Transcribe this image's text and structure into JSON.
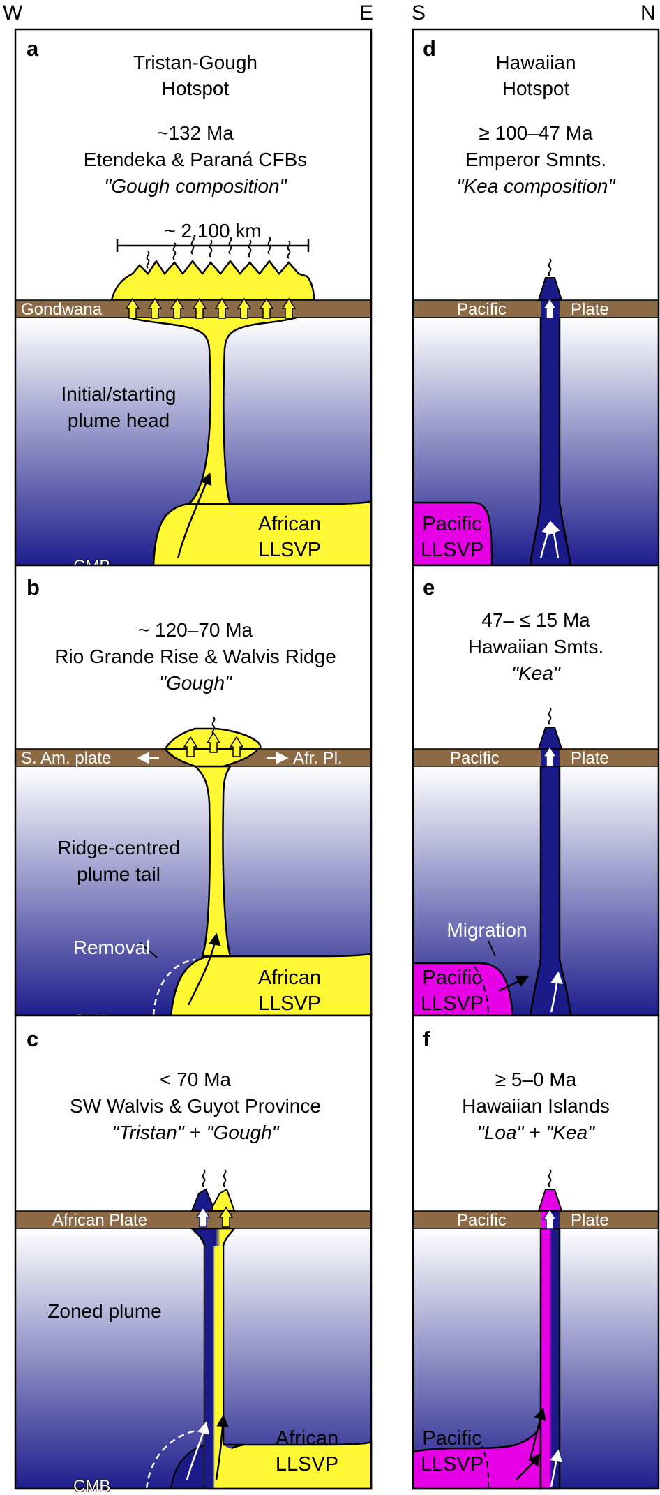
{
  "directions": {
    "west": "W",
    "east": "E",
    "south": "S",
    "north": "N"
  },
  "colors": {
    "plume_yellow": "#fff833",
    "plume_blue": "#1a1a88",
    "pacific_magenta": "#e600e6",
    "plate_brown": "#8b6a45",
    "mantle_top": "#ffffff",
    "mantle_bottom": "#1e1e8c"
  },
  "panels": {
    "a": {
      "letter": "a",
      "title1": "Tristan-Gough",
      "title2": "Hotspot",
      "age": "~132 Ma",
      "province": "Etendeka & Paraná CFBs",
      "composition": "\"Gough composition\"",
      "scale": "~ 2,100 km",
      "plate": "Gondwana",
      "body1": "Initial/starting",
      "body2": "plume head",
      "llsvp1": "African",
      "llsvp2": "LLSVP",
      "cmb": "CMB"
    },
    "b": {
      "letter": "b",
      "age": "~ 120–70 Ma",
      "province": "Rio Grande Rise & Walvis Ridge",
      "composition": "\"Gough\"",
      "plate_left": "S. Am. plate",
      "plate_right": "Afr. Pl.",
      "body1": "Ridge-centred",
      "body2": "plume tail",
      "removal": "Removal",
      "llsvp1": "African",
      "llsvp2": "LLSVP",
      "cmb": "CMB"
    },
    "c": {
      "letter": "c",
      "age": "< 70 Ma",
      "province": "SW Walvis & Guyot Province",
      "composition": "\"Tristan\" + \"Gough\"",
      "plate": "African Plate",
      "body1": "Zoned plume",
      "llsvp1": "African",
      "llsvp2": "LLSVP",
      "cmb": "CMB"
    },
    "d": {
      "letter": "d",
      "title1": "Hawaiian",
      "title2": "Hotspot",
      "age": "≥ 100–47 Ma",
      "province": "Emperor Smnts.",
      "composition": "\"Kea composition\"",
      "plate_left": "Pacific",
      "plate_right": "Plate",
      "llsvp1": "Pacific",
      "llsvp2": "LLSVP"
    },
    "e": {
      "letter": "e",
      "age": "47– ≤ 15 Ma",
      "province": "Hawaiian Smts.",
      "composition": "\"Kea\"",
      "plate_left": "Pacific",
      "plate_right": "Plate",
      "migration": "Migration",
      "llsvp1": "Pacific",
      "llsvp2": "LLSVP"
    },
    "f": {
      "letter": "f",
      "age": "≥ 5–0 Ma",
      "province": "Hawaiian Islands",
      "composition": "\"Loa\" + \"Kea\"",
      "plate_left": "Pacific",
      "plate_right": "Plate",
      "llsvp1": "Pacific",
      "llsvp2": "LLSVP"
    }
  }
}
